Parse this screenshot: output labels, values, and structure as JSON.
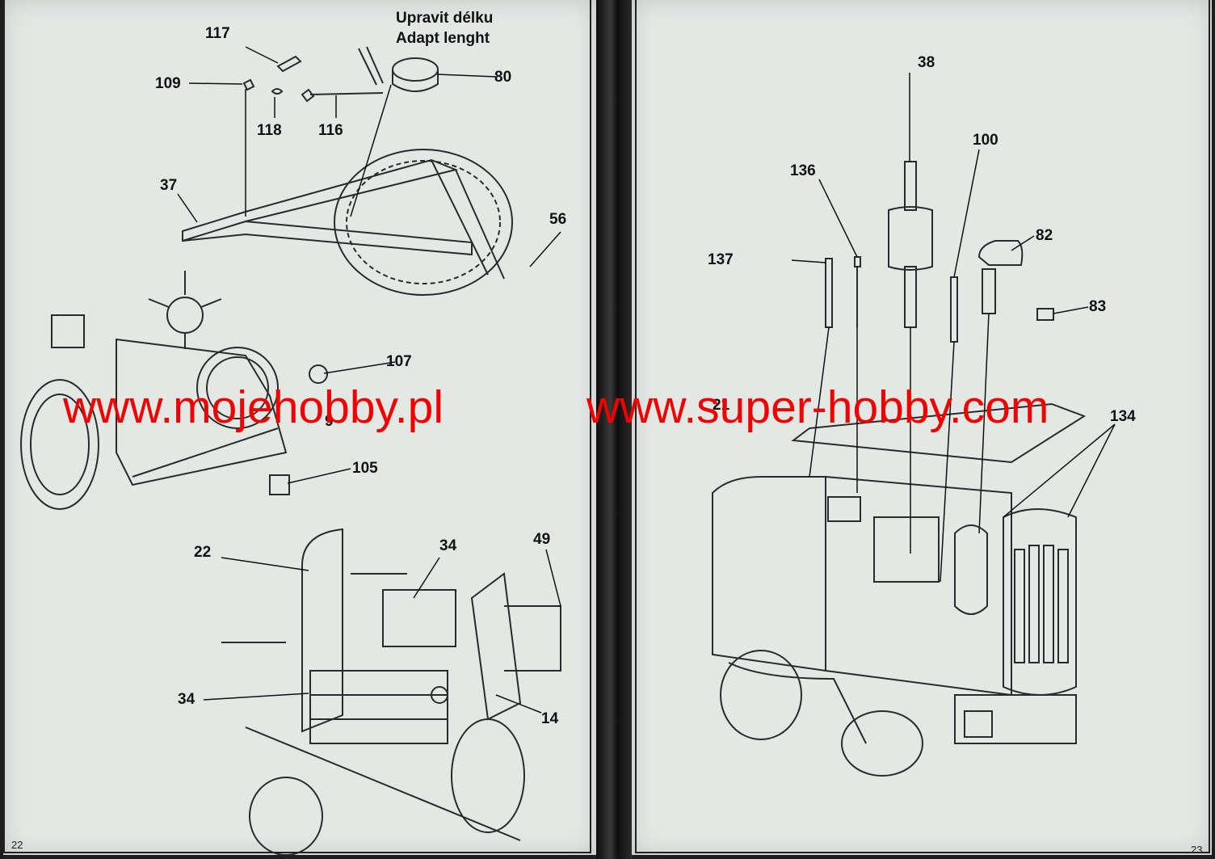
{
  "left_page": {
    "page_number": "22",
    "note": {
      "line1": "Upravit délku",
      "line2": "Adapt lenght"
    },
    "callouts": [
      "117",
      "109",
      "80",
      "118",
      "116",
      "37",
      "56",
      "107",
      "9",
      "105",
      "22",
      "34",
      "49",
      "34",
      "14"
    ]
  },
  "right_page": {
    "page_number": "23",
    "callouts": [
      "38",
      "100",
      "136",
      "82",
      "137",
      "83",
      "21",
      "134"
    ]
  },
  "watermark": {
    "left": "www.mojehobby.pl",
    "right": "www.super-hobby.com",
    "color": "#f20000"
  }
}
